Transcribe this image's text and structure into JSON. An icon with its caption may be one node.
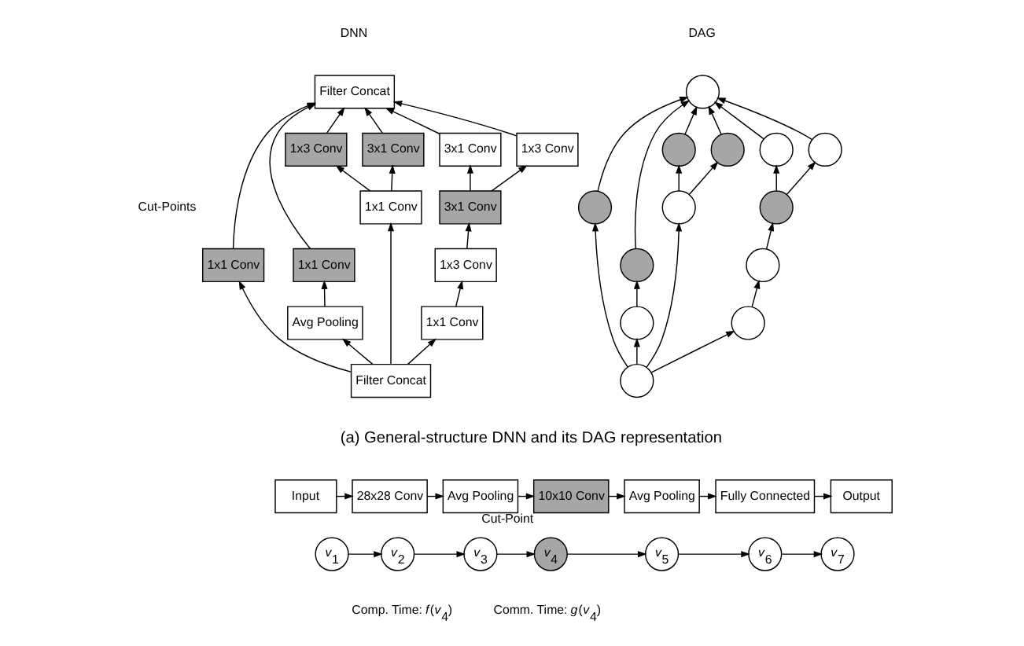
{
  "diagram": {
    "nodes": [
      {
        "text": [
          "Filter Concat"
        ]
      },
      {
        "text": [
          "1x1 Conv"
        ]
      },
      {
        "text": [
          "1x1 Conv"
        ]
      },
      {
        "text": [
          "1x3 Conv"
        ]
      },
      {
        "text": [
          "3x1 Conv"
        ]
      },
      {
        "text": [
          "3x1 Conv"
        ]
      },
      {
        "text": [
          "1x3 Conv"
        ]
      },
      {
        "text": [
          "Avg Pooling"
        ]
      },
      {
        "text": [
          "1x1 Conv"
        ]
      },
      {
        "text": [
          "3x1 Conv"
        ]
      },
      {
        "text": [
          "1x3 Conv"
        ]
      },
      {
        "text": [
          "1x1 Conv"
        ]
      },
      {
        "text": [
          "Filter Concat"
        ]
      },
      {
        "text": [],
        "shape": "circle"
      },
      {
        "text": [],
        "shape": "circle"
      },
      {
        "text": [],
        "shape": "circle"
      },
      {
        "text": [],
        "shape": "circle"
      },
      {
        "text": [],
        "shape": "circle"
      },
      {
        "text": [],
        "shape": "circle"
      },
      {
        "text": [],
        "shape": "circle"
      },
      {
        "text": [],
        "shape": "circle"
      },
      {
        "text": [],
        "shape": "circle"
      },
      {
        "text": [],
        "shape": "circle"
      },
      {
        "text": [],
        "shape": "circle"
      },
      {
        "text": [],
        "shape": "circle"
      },
      {
        "text": [],
        "shape": "circle"
      },
      {
        "text": [
          "Input"
        ]
      },
      {
        "text": [
          "28x28 Conv"
        ]
      },
      {
        "text": [
          "Avg Pooling"
        ]
      },
      {
        "text": [
          "10x10 Conv"
        ],
        "beside": [
          "Cut-Point"
        ]
      },
      {
        "text": [
          "Avg Pooling"
        ]
      },
      {
        "text": [
          "Fully Connected"
        ]
      },
      {
        "text": [
          "Output"
        ]
      },
      {
        "text": [
          "*v*$_{1}$"
        ]
      },
      {
        "text": [
          "*v*$_{2}$"
        ]
      },
      {
        "text": [
          "*v*$_{3}$"
        ]
      },
      {
        "text": [
          "*v*$_{4}$"
        ]
      },
      {
        "text": [
          "*v*$_{5}$"
        ]
      },
      {
        "text": [
          "*v*$_{6}$"
        ]
      },
      {
        "text": [
          "*v*$_{7}$"
        ]
      }
    ],
    "edges": [
      {
        "from": 1,
        "to": 0,
        "arrow": "to"
      },
      {
        "from": 2,
        "to": 0,
        "arrow": "to"
      },
      {
        "from": 3,
        "to": 0,
        "arrow": "to"
      },
      {
        "from": 4,
        "to": 0,
        "arrow": "to"
      },
      {
        "from": 5,
        "to": 0,
        "arrow": "to"
      },
      {
        "from": 6,
        "to": 0,
        "arrow": "to"
      },
      {
        "from": 7,
        "to": 1,
        "arrow": "to"
      },
      {
        "from": 8,
        "to": 3,
        "arrow": "to"
      },
      {
        "from": 8,
        "to": 4,
        "arrow": "to"
      },
      {
        "from": 9,
        "to": 5,
        "arrow": "to"
      },
      {
        "from": 9,
        "to": 6,
        "arrow": "to"
      },
      {
        "from": 10,
        "to": 9,
        "arrow": "to"
      },
      {
        "from": 11,
        "to": 10,
        "arrow": "to"
      },
      {
        "from": 12,
        "to": 7,
        "arrow": "to"
      },
      {
        "from": 12,
        "to": 2,
        "arrow": "to"
      },
      {
        "from": 12,
        "to": 8,
        "arrow": "to"
      },
      {
        "from": 12,
        "to": 11,
        "arrow": "to"
      },
      {
        "from": 14,
        "to": 13,
        "arrow": "to"
      },
      {
        "from": 15,
        "to": 13,
        "arrow": "to"
      },
      {
        "from": 16,
        "to": 13,
        "arrow": "to"
      },
      {
        "from": 17,
        "to": 13,
        "arrow": "to"
      },
      {
        "from": 18,
        "to": 13,
        "arrow": "to"
      },
      {
        "from": 19,
        "to": 13,
        "arrow": "to"
      },
      {
        "from": 21,
        "to": 14,
        "arrow": "to"
      },
      {
        "from": 22,
        "to": 16,
        "arrow": "to"
      },
      {
        "from": 22,
        "to": 17,
        "arrow": "to"
      },
      {
        "from": 20,
        "to": 18,
        "arrow": "to"
      },
      {
        "from": 20,
        "to": 19,
        "arrow": "to"
      },
      {
        "from": 23,
        "to": 20,
        "arrow": "to"
      },
      {
        "from": 24,
        "to": 23,
        "arrow": "to"
      },
      {
        "from": 25,
        "to": 21,
        "arrow": "to"
      },
      {
        "from": 25,
        "to": 15,
        "arrow": "to"
      },
      {
        "from": 25,
        "to": 22,
        "arrow": "to"
      },
      {
        "from": 25,
        "to": 24,
        "arrow": "to"
      },
      {
        "from": 26,
        "to": 27,
        "arrow": "to"
      },
      {
        "from": 27,
        "to": 28,
        "arrow": "to"
      },
      {
        "from": 28,
        "to": 29,
        "arrow": "to"
      },
      {
        "from": 29,
        "to": 30,
        "arrow": "to"
      },
      {
        "from": 30,
        "to": 31,
        "arrow": "to"
      },
      {
        "from": 31,
        "to": 32,
        "arrow": "to"
      },
      {
        "from": 33,
        "to": 34,
        "arrow": "to"
      },
      {
        "from": 34,
        "to": 35,
        "arrow": "to"
      },
      {
        "from": 35,
        "to": 36,
        "arrow": "to"
      },
      {
        "from": 36,
        "to": 37,
        "arrow": "to"
      },
      {
        "from": 37,
        "to": 38,
        "arrow": "to"
      },
      {
        "from": 38,
        "to": 39,
        "arrow": "to"
      }
    ],
    "labels": [
      "DNN",
      "DAG",
      "Cut-Points",
      "(a) General-structure DNN and its DAG representation",
      "Comp. Time: *f*(*v*$_{4}$)",
      "Comm. Time: *g*(*v*$_{4}$)"
    ]
  }
}
